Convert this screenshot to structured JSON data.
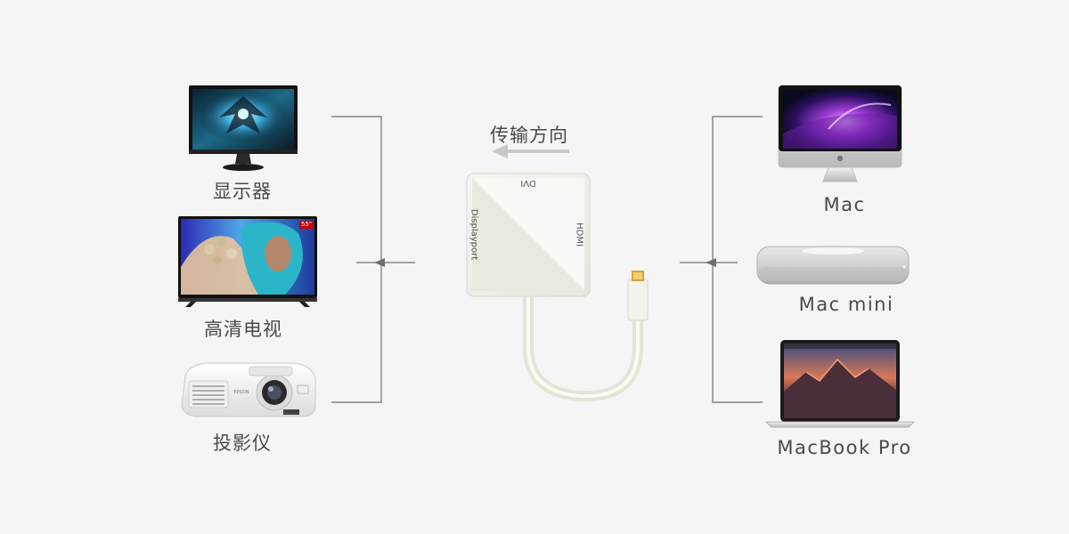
{
  "direction": {
    "label": "传输方向"
  },
  "outputs": [
    {
      "label": "显示器"
    },
    {
      "label": "高清电视",
      "badge": "55\""
    },
    {
      "label": "投影仪",
      "brand": "EPSON"
    }
  ],
  "sources": [
    {
      "label": "Mac"
    },
    {
      "label": "Mac mini"
    },
    {
      "label": "MacBook Pro"
    }
  ],
  "adapter": {
    "ports": {
      "top": "DVI",
      "left": "Displayport",
      "right": "HDMI"
    }
  },
  "colors": {
    "background": "#f5f5f5",
    "line": "#6e6e6e",
    "text": "#4a4a4a",
    "arrow": "#c8c8c8",
    "adapter_body": "#efefe7"
  }
}
